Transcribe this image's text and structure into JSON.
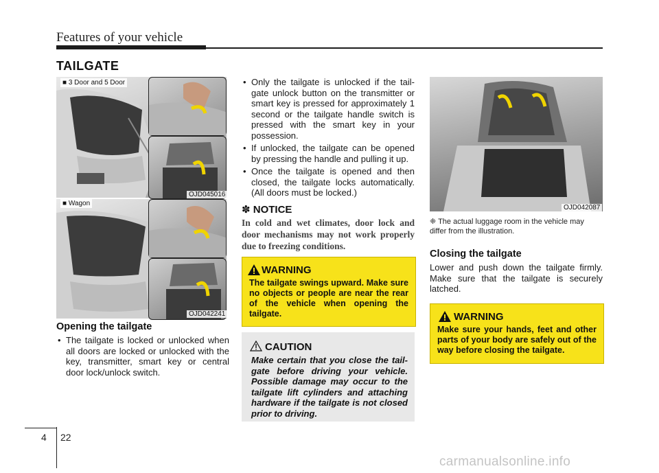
{
  "header": {
    "title": "Features of your vehicle"
  },
  "section": {
    "title": "TAILGATE"
  },
  "figures": {
    "fig1": {
      "label": "3 Door and 5 Door",
      "code": "OJD045016"
    },
    "fig2": {
      "label": "Wagon",
      "code": "OJD042241"
    },
    "fig3": {
      "code": "OJD042087"
    }
  },
  "opening": {
    "heading": "Opening the tailgate",
    "bullets": [
      "The tailgate is locked or unlocked when all doors are locked or unlocked with the key, transmitter, smart key or central door lock/unlock switch.",
      "Only the tailgate is unlocked if the tail­gate unlock button on the transmitter or smart key is pressed for approximately 1 second or the tailgate handle switch is pressed with the smart key in your possession.",
      "If unlocked, the tailgate can be opened by pressing the handle and pulling it up.",
      "Once the tailgate is opened and then closed, the tailgate locks automatically. (All doors must be locked.)"
    ]
  },
  "notice": {
    "title": "✽ NOTICE",
    "text": "In cold and wet climates, door lock and door mechanisms may not work proper­ly due to freezing conditions."
  },
  "warning1": {
    "title": "WARNING",
    "text": "The tailgate swings upward. Make sure no objects or people are near the rear of the vehicle when open­ing the tailgate."
  },
  "caution": {
    "title": "CAUTION",
    "text": "Make certain that you close the tail­gate before driving your vehicle. Possible damage may occur to the tailgate lift cylinders and attaching hardware if the tailgate is not closed prior to driving."
  },
  "footnote": {
    "text": "❈ The actual luggage room in the vehicle may differ from the illustration."
  },
  "closing": {
    "heading": "Closing the tailgate",
    "text": "Lower and push down the tailgate firmly. Make sure that the tailgate is securely latched."
  },
  "warning2": {
    "title": "WARNING",
    "text": "Make sure your hands, feet and other parts of your body are safely out of the way before closing the tailgate."
  },
  "footer": {
    "chapter": "4",
    "page": "22",
    "watermark": "carmanualsonline.info"
  },
  "icons": {
    "warning": "warning-triangle-icon",
    "caution": "caution-triangle-icon",
    "square": "square-bullet-icon"
  },
  "colors": {
    "warning_bg": "#f7e21a",
    "caution_bg": "#e8e8e8",
    "arrow": "#f0d400"
  }
}
